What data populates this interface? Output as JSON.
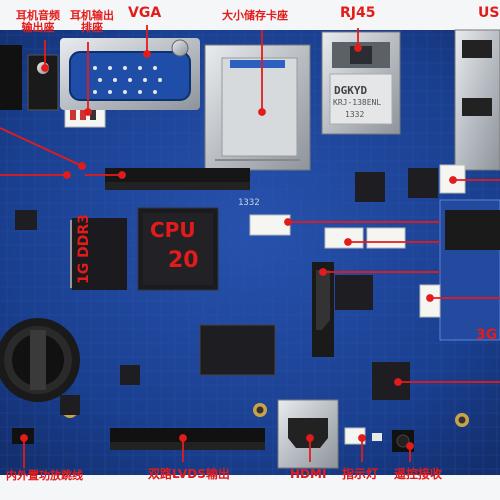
{
  "labels": {
    "headphone_audio_out": "耳机音频\n输出座",
    "headphone_out_header": "耳机输出\n排座",
    "vga": "VGA",
    "sd_card_slot": "大小储存卡座",
    "rj45": "RJ45",
    "usb_partial": "US",
    "g3_partial": "3G",
    "internal_external_amp_jumper": "内外置功放跳线",
    "dual_lvds_out": "双路LVDS输出",
    "hdmi": "HDMI",
    "indicator_light": "指示灯",
    "remote_receiver": "遥控接收"
  },
  "board_text": {
    "cpu": "CPU",
    "cpu_num": "20",
    "ddr3": "1G DDR3",
    "rj45_brand": "DGKYD",
    "rj45_model": "KRJ-138ENL",
    "rj45_code": "1332",
    "pcb_code": "1332"
  },
  "colors": {
    "label_red": "#e41b1b",
    "pcb_blue": "#1a3f8f",
    "chip_black": "#1b1b1f"
  }
}
